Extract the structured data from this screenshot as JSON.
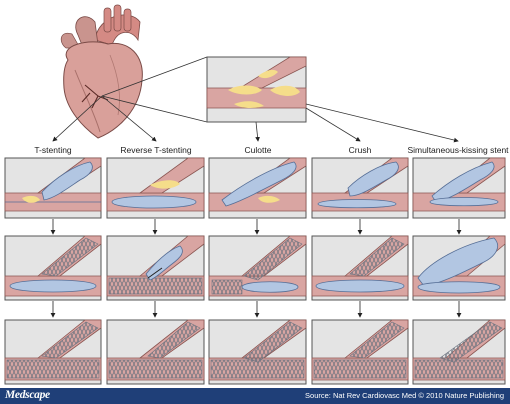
{
  "columns": [
    {
      "key": "t-stenting",
      "label": "T-stenting"
    },
    {
      "key": "reverse-t-stenting",
      "label": "Reverse T-stenting"
    },
    {
      "key": "culotte",
      "label": "Culotte"
    },
    {
      "key": "crush",
      "label": "Crush"
    },
    {
      "key": "simultaneous-kissing-stent",
      "label": "Simultaneous-kissing stent"
    }
  ],
  "footer": {
    "logo": "Medscape",
    "source": "Source: Nat Rev Cardiovasc Med © 2010 Nature Publishing"
  },
  "colors": {
    "vessel": "#d9a5a2",
    "vessel_edge": "#8a5652",
    "plaque": "#f5dd8a",
    "balloon": "#b2c6e2",
    "balloon_edge": "#566e96",
    "stent": "#6e7480",
    "footer_bg": "#1f3f78"
  },
  "icons": [
    "heart-illustration",
    "vessel-bifurcation-illustration",
    "down-arrow-icon"
  ]
}
